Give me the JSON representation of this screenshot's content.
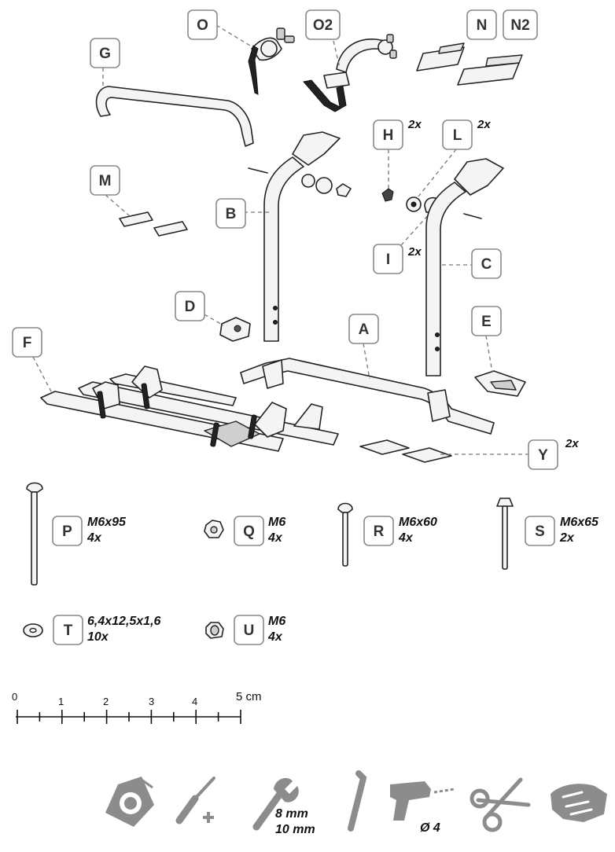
{
  "labels": {
    "o": "O",
    "o2": "O2",
    "n": "N",
    "n2": "N2",
    "g": "G",
    "h": "H",
    "l": "L",
    "m": "M",
    "b": "B",
    "i": "I",
    "c": "C",
    "d": "D",
    "a": "A",
    "e": "E",
    "f": "F",
    "y": "Y",
    "p": "P",
    "q": "Q",
    "r": "R",
    "s": "S",
    "t": "T",
    "u": "U"
  },
  "multipliers": {
    "h": "2x",
    "l": "2x",
    "i": "2x",
    "y": "2x"
  },
  "hardware": {
    "p": {
      "size": "M6x95",
      "qty": "4x"
    },
    "q": {
      "size": "M6",
      "qty": "4x"
    },
    "r": {
      "size": "M6x60",
      "qty": "4x"
    },
    "s": {
      "size": "M6x65",
      "qty": "2x"
    },
    "t": {
      "size": "6,4x12,5x1,6",
      "qty": "10x"
    },
    "u": {
      "size": "M6",
      "qty": "4x"
    }
  },
  "scale": {
    "ticks": [
      "0",
      "1",
      "2",
      "3",
      "4"
    ],
    "end_label": "5 cm"
  },
  "tools": {
    "icons": [
      "tape-measure-icon",
      "screwdriver-icon",
      "wrench-icon",
      "hex-key-icon",
      "drill-icon",
      "scissors-icon",
      "hands-icon"
    ],
    "wrench_sizes": [
      "8 mm",
      "10 mm"
    ],
    "drill_bit": "Ø 4"
  },
  "colors": {
    "ink": "#222222",
    "label_border": "#8a8a8a",
    "tool_grey": "#8c8c8c"
  }
}
